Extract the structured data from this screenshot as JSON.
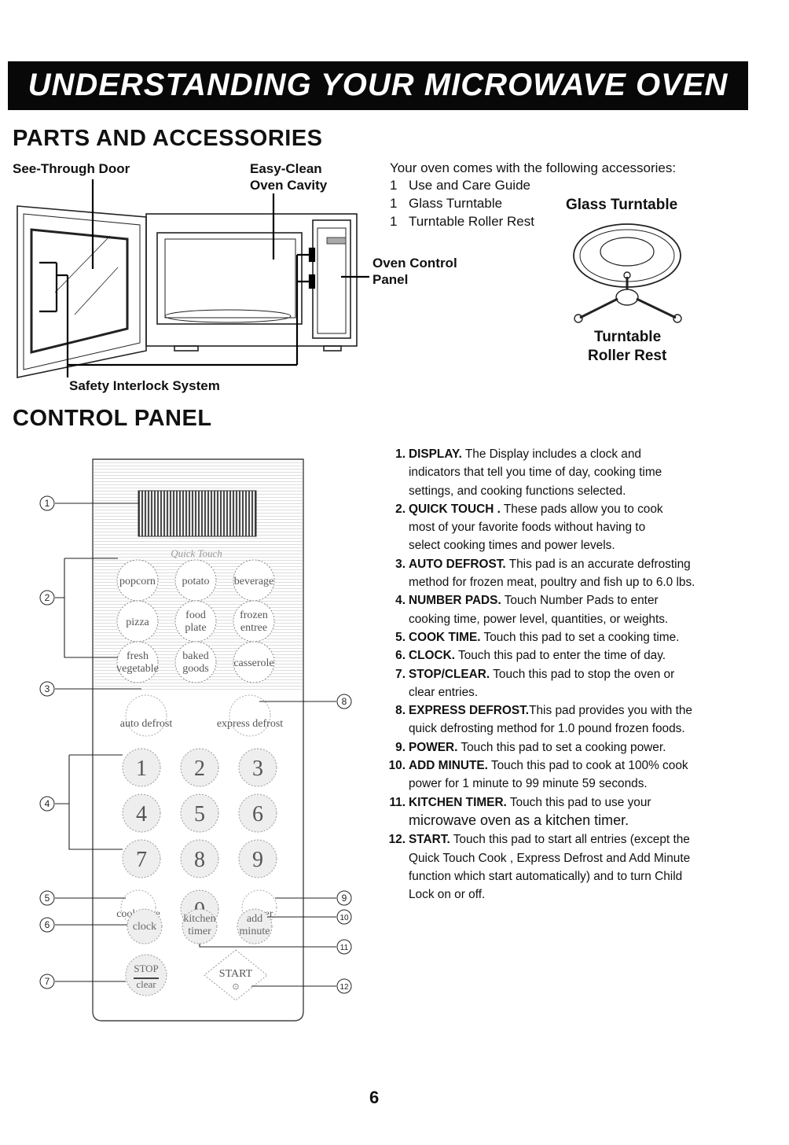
{
  "banner": {
    "title": "UNDERSTANDING YOUR MICROWAVE OVEN"
  },
  "parts": {
    "heading": "PARTS AND ACCESSORIES",
    "labels": {
      "door": "See-Through Door",
      "cavity_1": "Easy-Clean",
      "cavity_2": "Oven Cavity",
      "control_1": "Oven Control",
      "control_2": "Panel",
      "interlock": "Safety Interlock System",
      "turntable": "Glass Turntable",
      "roller_1": "Turntable",
      "roller_2": "Roller Rest"
    },
    "accessories_intro": "Your oven comes with the following accessories:",
    "accessories": [
      {
        "qty": "1",
        "name": "Use and Care Guide"
      },
      {
        "qty": "1",
        "name": "Glass Turntable"
      },
      {
        "qty": "1",
        "name": "Turntable Roller Rest"
      }
    ]
  },
  "control": {
    "heading": "CONTROL PANEL",
    "panel": {
      "quick_touch": "Quick Touch",
      "pads_row1": [
        "popcorn",
        "potato",
        "beverage"
      ],
      "pizza": "pizza",
      "food_plate_1": "food",
      "food_plate_2": "plate",
      "frozen_1": "frozen",
      "frozen_2": "entree",
      "fresh_1": "fresh",
      "fresh_2": "vegetable",
      "baked_1": "baked",
      "baked_2": "goods",
      "casserole": "casserole",
      "auto_defrost": "auto defrost",
      "express_defrost": "express defrost",
      "digits": [
        "1",
        "2",
        "3",
        "4",
        "5",
        "6",
        "7",
        "8",
        "9",
        "0"
      ],
      "cook_time": "cook time",
      "power": "power",
      "clock": "clock",
      "kitchen_1": "kitchen",
      "kitchen_2": "timer",
      "add_1": "add",
      "add_2": "minute",
      "stop_1": "STOP",
      "stop_2": "clear",
      "start": "START",
      "start_sub": "⊙"
    },
    "callouts": [
      "1",
      "2",
      "3",
      "4",
      "5",
      "6",
      "7",
      "8",
      "9",
      "10",
      "11",
      "12"
    ],
    "items": [
      {
        "n": "1.",
        "title": "DISPLAY.",
        "text": " The Display includes a clock and",
        "more": [
          "indicators that tell you time of day, cooking time",
          "settings, and cooking functions selected."
        ]
      },
      {
        "n": "2.",
        "title": "QUICK TOUCH .",
        "text": " These pads allow you to cook",
        "more": [
          "most of your favorite foods without having to",
          "select cooking times and power levels."
        ]
      },
      {
        "n": "3.",
        "title": "AUTO DEFROST.",
        "text": " This pad is an accurate defrosting",
        "more": [
          "method for frozen meat, poultry and fish up to 6.0 lbs."
        ]
      },
      {
        "n": "4.",
        "title": "NUMBER PADS.",
        "text": " Touch Number Pads to enter",
        "more": [
          "cooking time, power level, quantities, or weights."
        ]
      },
      {
        "n": "5.",
        "title": "COOK TIME.",
        "text": " Touch this pad to set a cooking time.",
        "more": []
      },
      {
        "n": "6.",
        "title": "CLOCK.",
        "text": " Touch this pad to enter the time of day.",
        "more": []
      },
      {
        "n": "7.",
        "title": "STOP/CLEAR.",
        "text": " Touch this pad to stop the oven or",
        "more": [
          "clear entries."
        ]
      },
      {
        "n": "8.",
        "title": "EXPRESS DEFROST.",
        "text": "This pad provides you with the",
        "more": [
          "quick defrosting method for 1.0 pound frozen foods."
        ]
      },
      {
        "n": "9.",
        "title": "POWER.",
        "text": " Touch this pad to set a cooking power.",
        "more": []
      },
      {
        "n": "10.",
        "title": "ADD MINUTE.",
        "text": " Touch this pad to cook at 100% cook",
        "more": [
          "power for 1 minute to 99 minute 59 seconds."
        ]
      },
      {
        "n": "11.",
        "title": "KITCHEN TIMER.",
        "text": " Touch this pad to use your",
        "more": [
          "microwave oven as a kitchen timer."
        ]
      },
      {
        "n": "12.",
        "title": "START.",
        "text": " Touch this pad to start all entries (except the",
        "more": [
          "Quick Touch Cook , Express Defrost and Add Minute",
          "function which start automatically) and to turn Child",
          "Lock on or off."
        ]
      }
    ]
  },
  "footer": {
    "page": "6"
  }
}
